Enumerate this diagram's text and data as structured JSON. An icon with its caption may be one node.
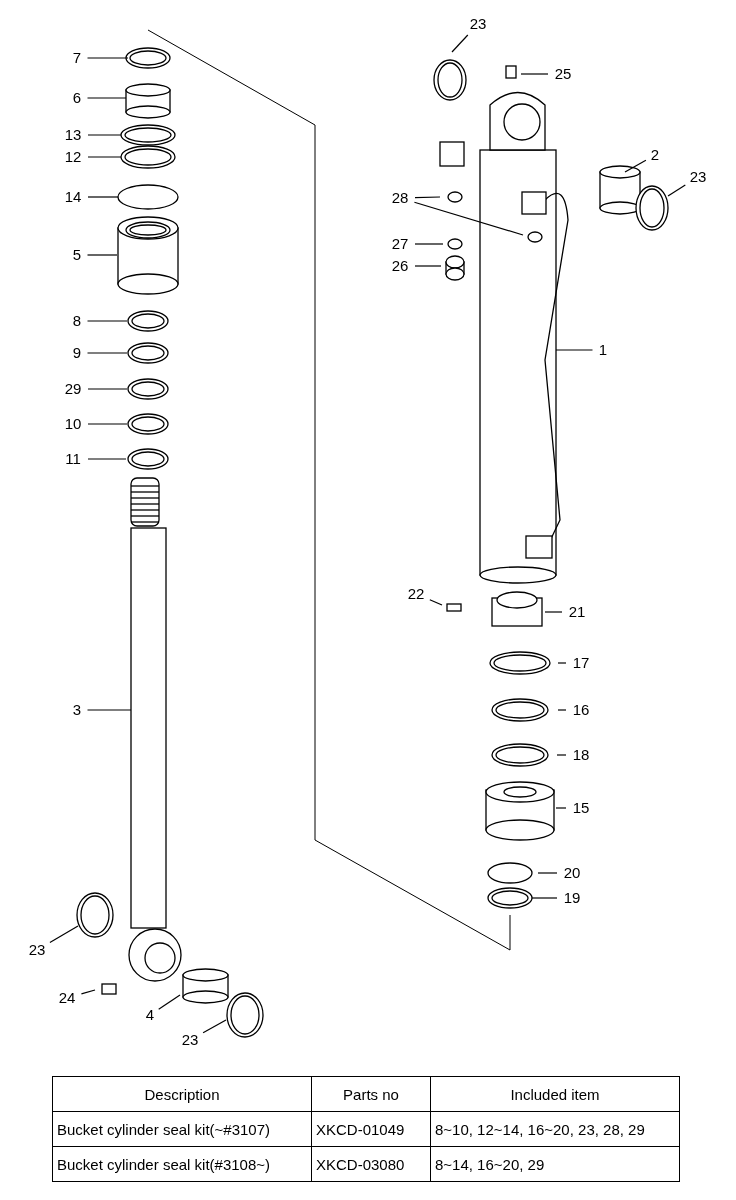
{
  "diagram": {
    "nodes": [
      {
        "text": [
          "7"
        ]
      },
      {
        "text": [
          "23"
        ]
      },
      {
        "text": [
          "25"
        ]
      },
      {
        "text": [
          "6"
        ]
      },
      {
        "text": [
          "2"
        ]
      },
      {
        "text": [
          "23"
        ]
      },
      {
        "text": [
          "13"
        ]
      },
      {
        "text": [
          "12"
        ]
      },
      {
        "text": [
          "28"
        ]
      },
      {
        "text": [
          "14"
        ]
      },
      {
        "text": [
          "27"
        ]
      },
      {
        "text": [
          "26"
        ]
      },
      {
        "text": [
          "5"
        ]
      },
      {
        "text": [
          "8"
        ]
      },
      {
        "text": [
          "9"
        ]
      },
      {
        "text": [
          "1"
        ]
      },
      {
        "text": [
          "29"
        ]
      },
      {
        "text": [
          "10"
        ]
      },
      {
        "text": [
          "11"
        ]
      },
      {
        "text": [
          "22"
        ]
      },
      {
        "text": [
          "21"
        ]
      },
      {
        "text": [
          "17"
        ]
      },
      {
        "text": [
          "3"
        ]
      },
      {
        "text": [
          "16"
        ]
      },
      {
        "text": [
          "18"
        ]
      },
      {
        "text": [
          "15"
        ]
      },
      {
        "text": [
          "20"
        ]
      },
      {
        "text": [
          "19"
        ]
      },
      {
        "text": [
          "23"
        ]
      },
      {
        "text": [
          "24"
        ]
      },
      {
        "text": [
          "4"
        ]
      },
      {
        "text": [
          "23"
        ]
      }
    ],
    "edges": [
      {
        "from": 0,
        "to": null,
        "arrow": "none"
      },
      {
        "from": 1,
        "to": null,
        "arrow": "none"
      },
      {
        "from": 2,
        "to": null,
        "arrow": "none"
      },
      {
        "from": 3,
        "to": null,
        "arrow": "none"
      },
      {
        "from": 4,
        "to": null,
        "arrow": "none"
      },
      {
        "from": 5,
        "to": null,
        "arrow": "none"
      },
      {
        "from": 6,
        "to": null,
        "arrow": "none"
      },
      {
        "from": 7,
        "to": null,
        "arrow": "none"
      },
      {
        "from": 8,
        "to": null,
        "arrow": "none"
      },
      {
        "from": 8,
        "to": null,
        "arrow": "none"
      },
      {
        "from": 9,
        "to": null,
        "arrow": "none"
      },
      {
        "from": 10,
        "to": null,
        "arrow": "none"
      },
      {
        "from": 11,
        "to": null,
        "arrow": "none"
      },
      {
        "from": 12,
        "to": null,
        "arrow": "none"
      },
      {
        "from": 13,
        "to": null,
        "arrow": "none"
      },
      {
        "from": 14,
        "to": null,
        "arrow": "none"
      },
      {
        "from": 15,
        "to": null,
        "arrow": "none"
      },
      {
        "from": 16,
        "to": null,
        "arrow": "none"
      },
      {
        "from": 17,
        "to": null,
        "arrow": "none"
      },
      {
        "from": 18,
        "to": null,
        "arrow": "none"
      },
      {
        "from": 19,
        "to": null,
        "arrow": "none"
      },
      {
        "from": 20,
        "to": null,
        "arrow": "none"
      },
      {
        "from": 21,
        "to": null,
        "arrow": "none"
      },
      {
        "from": 22,
        "to": null,
        "arrow": "none"
      },
      {
        "from": 23,
        "to": null,
        "arrow": "none"
      },
      {
        "from": 24,
        "to": null,
        "arrow": "none"
      },
      {
        "from": 25,
        "to": null,
        "arrow": "none"
      },
      {
        "from": 26,
        "to": null,
        "arrow": "none"
      },
      {
        "from": 27,
        "to": null,
        "arrow": "none"
      },
      {
        "from": 28,
        "to": null,
        "arrow": "none"
      },
      {
        "from": 29,
        "to": null,
        "arrow": "none"
      },
      {
        "from": 30,
        "to": null,
        "arrow": "none"
      },
      {
        "from": 31,
        "to": null,
        "arrow": "none"
      }
    ],
    "labels": [
      "Description",
      "Parts no",
      "Included item",
      "Bucket cylinder seal kit(~#3107)",
      "XKCD-01049",
      "8~10, 12~14, 16~20, 23, 28, 29",
      "Bucket cylinder seal kit(#3108~)",
      "XKCD-03080",
      "8~14, 16~20, 29"
    ]
  }
}
